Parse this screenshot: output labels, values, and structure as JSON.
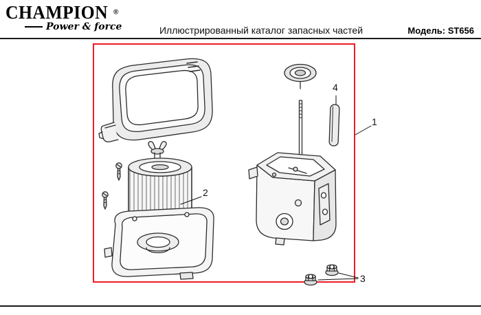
{
  "header": {
    "brand": "CHAMPION",
    "registered_mark": "®",
    "tagline": "Power & force",
    "title": "Иллюстрированный каталог запасных частей",
    "model": "Модель: ST656"
  },
  "diagram": {
    "accent_color": "#ee1c25",
    "callouts": [
      {
        "number": "1"
      },
      {
        "number": "2"
      },
      {
        "number": "3"
      },
      {
        "number": "4"
      }
    ]
  }
}
